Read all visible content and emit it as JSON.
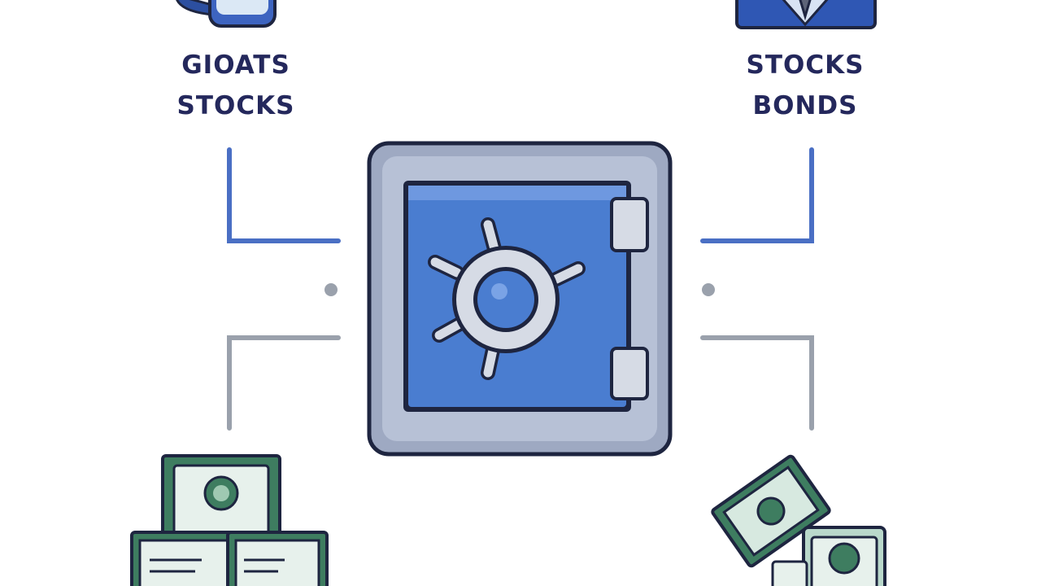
{
  "labels": {
    "top_left": [
      "GIOATS",
      "STOCKS"
    ],
    "top_right": [
      "STOCKS",
      "BONDS"
    ]
  },
  "icons": {
    "center": "safe-icon",
    "top_left": "coins-icon",
    "top_right": "suit-icon",
    "bottom_left": "cash-stack-icon",
    "bottom_right": "banknotes-icon"
  },
  "colors": {
    "label": "#24285c",
    "safe_frame": "#9ea9c2",
    "safe_door": "#4a7dd0",
    "connector_blue": "#4a6fc4",
    "connector_gray": "#9aa1ac",
    "cash_green": "#3e7d60",
    "outline": "#1e2540"
  }
}
